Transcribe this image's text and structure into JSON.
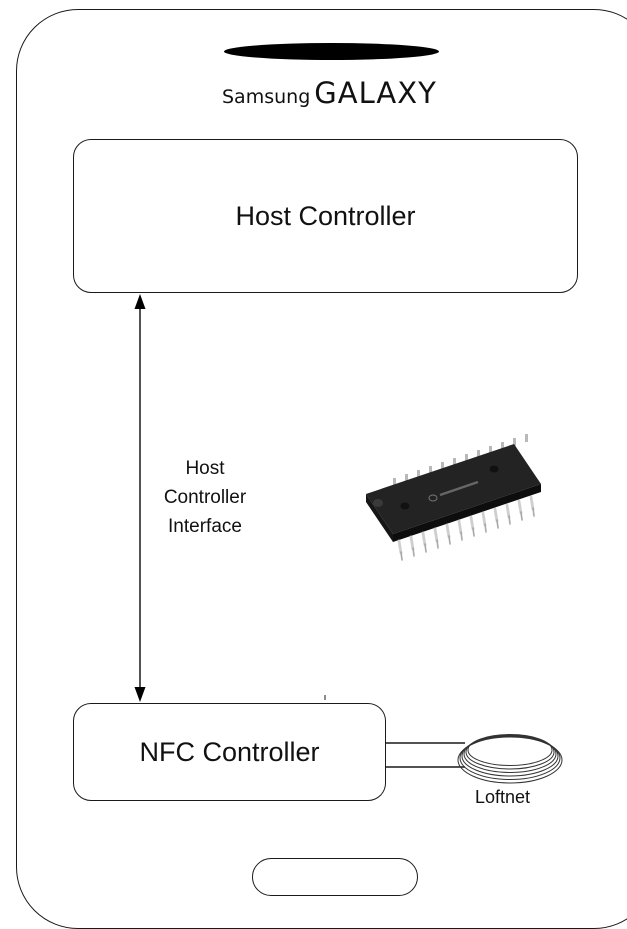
{
  "device": {
    "brand_prefix": "Samsung",
    "brand_name": "GALAXY"
  },
  "diagram": {
    "host_controller": "Host Controller",
    "nfc_controller": "NFC Controller",
    "interface_label": [
      "Host",
      "Controller",
      "Interface"
    ],
    "antenna_label": "Loftnet"
  },
  "icons": {
    "chip": "integrated-circuit-chip-icon",
    "antenna": "coil-antenna-icon"
  },
  "colors": {
    "stroke": "#1a1a1a",
    "chip_body": "#1c1c1c",
    "chip_pins": "#c8c8c8"
  }
}
